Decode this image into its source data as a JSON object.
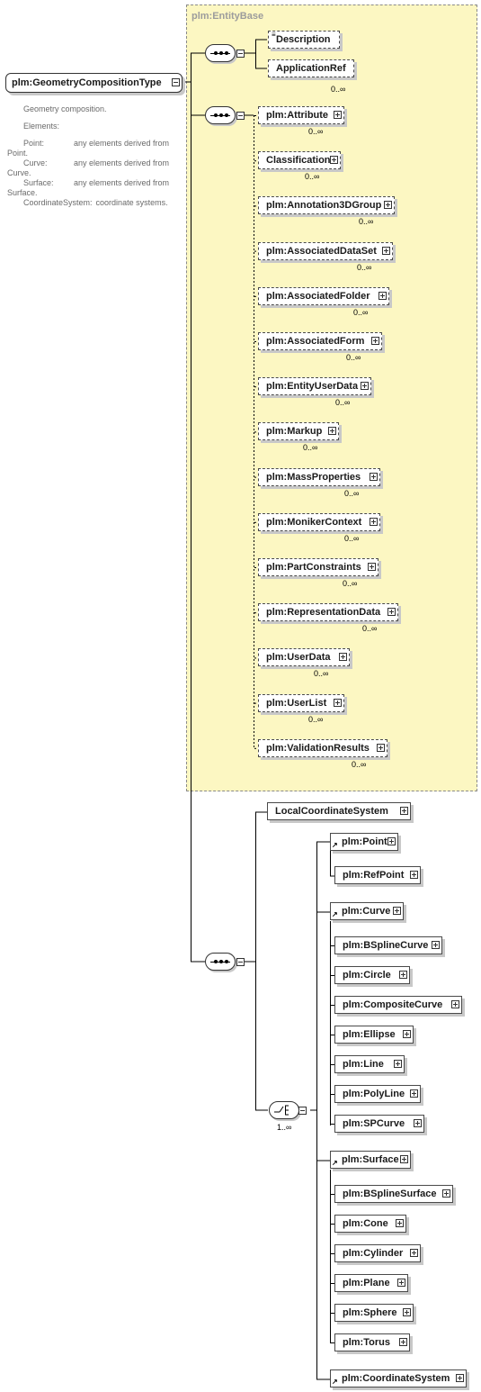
{
  "root": {
    "label": "plm:GeometryCompositionType"
  },
  "documentation": {
    "summary": "Geometry composition.",
    "elements_heading": "Elements:",
    "entries": [
      {
        "name": "Point:",
        "text": "any elements derived from",
        "wrap": "Point."
      },
      {
        "name": "Curve:",
        "text": "any elements derived from",
        "wrap": "Curve."
      },
      {
        "name": "Surface:",
        "text": "any elements derived from",
        "wrap": "Surface."
      },
      {
        "name": "CoordinateSystem:",
        "text": "coordinate systems.",
        "wrap": ""
      }
    ]
  },
  "entity_base": {
    "label": "plm:EntityBase",
    "first_sequence": [
      {
        "label": "Description",
        "cardinality": ""
      },
      {
        "label": "ApplicationRef",
        "cardinality": "0..∞"
      }
    ],
    "second_sequence": [
      {
        "label": "plm:Attribute",
        "cardinality": "0..∞"
      },
      {
        "label": "Classification",
        "cardinality": "0..∞"
      },
      {
        "label": "plm:Annotation3DGroup",
        "cardinality": "0..∞"
      },
      {
        "label": "plm:AssociatedDataSet",
        "cardinality": "0..∞"
      },
      {
        "label": "plm:AssociatedFolder",
        "cardinality": "0..∞"
      },
      {
        "label": "plm:AssociatedForm",
        "cardinality": "0..∞"
      },
      {
        "label": "plm:EntityUserData",
        "cardinality": "0..∞"
      },
      {
        "label": "plm:Markup",
        "cardinality": "0..∞"
      },
      {
        "label": "plm:MassProperties",
        "cardinality": "0..∞"
      },
      {
        "label": "plm:MonikerContext",
        "cardinality": "0..∞"
      },
      {
        "label": "plm:PartConstraints",
        "cardinality": "0..∞"
      },
      {
        "label": "plm:RepresentationData",
        "cardinality": "0..∞"
      },
      {
        "label": "plm:UserData",
        "cardinality": "0..∞"
      },
      {
        "label": "plm:UserList",
        "cardinality": "0..∞"
      },
      {
        "label": "plm:ValidationResults",
        "cardinality": "0..∞"
      }
    ]
  },
  "main_sequence": {
    "local_coordinate_system": "LocalCoordinateSystem",
    "choice_cardinality": "1..∞",
    "point": {
      "label": "plm:Point",
      "substitutes": [
        "plm:RefPoint"
      ]
    },
    "curve": {
      "label": "plm:Curve",
      "substitutes": [
        "plm:BSplineCurve",
        "plm:Circle",
        "plm:CompositeCurve",
        "plm:Ellipse",
        "plm:Line",
        "plm:PolyLine",
        "plm:SPCurve"
      ]
    },
    "surface": {
      "label": "plm:Surface",
      "substitutes": [
        "plm:BSplineSurface",
        "plm:Cone",
        "plm:Cylinder",
        "plm:Plane",
        "plm:Sphere",
        "plm:Torus"
      ]
    },
    "coordinate_system": {
      "label": "plm:CoordinateSystem"
    }
  }
}
